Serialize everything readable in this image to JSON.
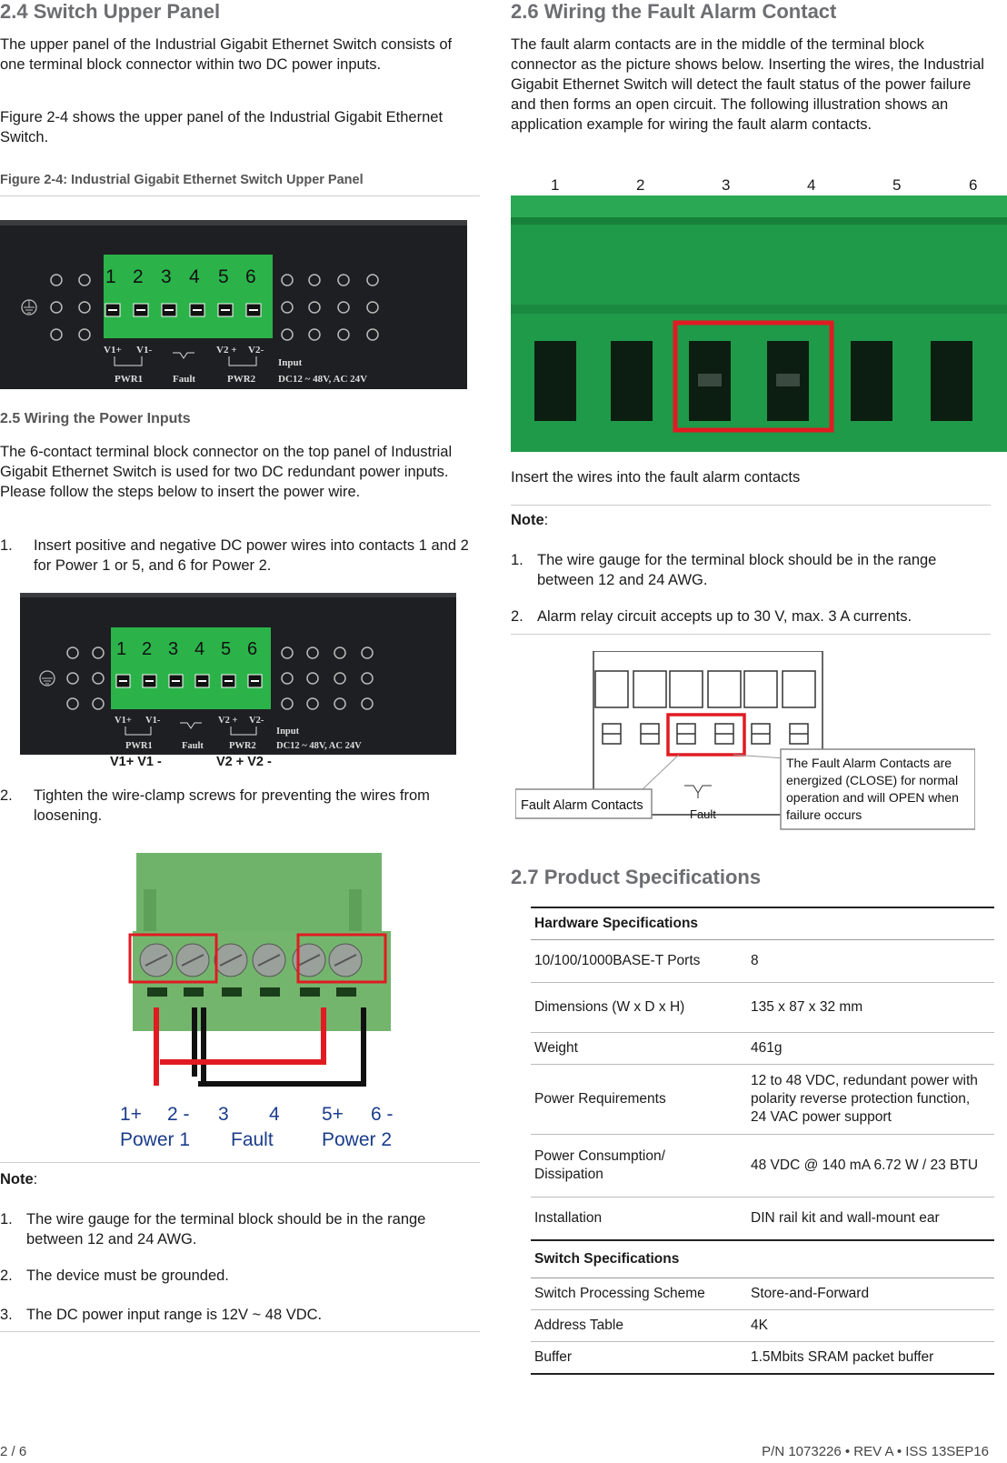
{
  "left": {
    "s24_title": "2.4 Switch Upper Panel",
    "s24_p1": "The upper panel of the Industrial Gigabit Ethernet Switch consists of one terminal block connector within two DC power inputs.",
    "s24_p2": "Figure 2-4 shows the upper panel of the Industrial Gigabit Ethernet Switch.",
    "fig24_caption": "Figure 2-4: Industrial Gigabit Ethernet Switch Upper Panel",
    "panel": {
      "digits": [
        "1",
        "2",
        "3",
        "4",
        "5",
        "6"
      ],
      "v1p": "V1+",
      "v1m": "V1-",
      "v2p": "V2 +",
      "v2m": "V2-",
      "pwr1": "PWR1",
      "fault": "Fault",
      "pwr2": "PWR2",
      "input": "Input",
      "input_range": "DC12 ~ 48V, AC 24V"
    },
    "s25_title": "2.5 Wiring the Power Inputs",
    "s25_p1": "The 6-contact terminal block connector on the top panel of Industrial Gigabit Ethernet Switch is used for two DC redundant power inputs. Please follow the steps below to insert the power wire.",
    "step1_num": "1.",
    "step1": "Insert positive and negative DC power wires into contacts 1 and 2 for Power 1 or 5, and 6 for Power 2.",
    "panel2_label_left": "V1+  V1 -",
    "panel2_label_right": "V2 +  V2 -",
    "step2_num": "2.",
    "step2": "Tighten the wire-clamp screws for preventing the wires from loosening.",
    "connector_labels": {
      "l1": "1+",
      "l2": "2 -",
      "l3": "3",
      "l4": "4",
      "l5": "5+",
      "l6": "6 -",
      "power1": "Power 1",
      "fault": "Fault",
      "power2": "Power 2"
    },
    "note_label": "Note",
    "notes": [
      {
        "num": "1.",
        "text": "The wire gauge for the terminal block should be in the range between 12 and 24 AWG."
      },
      {
        "num": "2.",
        "text": "The device must be grounded."
      },
      {
        "num": "3.",
        "text": "The DC power input range is 12V ~ 48 VDC."
      }
    ]
  },
  "right": {
    "s26_title": "2.6 Wiring the Fault Alarm Contact",
    "s26_p1": "The fault alarm contacts are in the middle of the terminal block connector as the picture shows below. Inserting the wires, the Industrial Gigabit Ethernet Switch will detect the fault status of the power failure and then forms an open circuit. The following illustration shows an application example for wiring the fault alarm contacts.",
    "contact_numbers": [
      "1",
      "2",
      "3",
      "4",
      "5",
      "6"
    ],
    "photo_caption": "Insert the wires into the fault alarm contacts",
    "note_label": "Note",
    "notes": [
      {
        "num": "1.",
        "text": "The wire gauge for the terminal block should be in the range between 12 and 24 AWG."
      },
      {
        "num": "2.",
        "text": "Alarm relay circuit accepts up to 30 V, max. 3 A currents."
      }
    ],
    "diagram": {
      "left_box": "Fault Alarm Contacts",
      "fault": "Fault",
      "callout_l1": "The Fault Alarm Contacts are",
      "callout_l2": "energized (CLOSE) for normal",
      "callout_l3": "operation and will OPEN when",
      "callout_l4": "failure occurs"
    },
    "s27_title": "2.7 Product Specifications",
    "specs": {
      "hw_header": "Hardware Specifications",
      "hw_rows": [
        {
          "k": "10/100/1000BASE-T Ports",
          "v": "8"
        },
        {
          "k": "Dimensions (W x D x H)",
          "v": "135 x 87 x 32 mm"
        },
        {
          "k": "Weight",
          "v": "461g"
        },
        {
          "k": "Power Requirements",
          "v": "12 to 48 VDC, redundant power with polarity reverse protection function, 24 VAC power support"
        },
        {
          "k": "Power Consumption/ Dissipation",
          "v": "48 VDC @ 140 mA 6.72 W / 23 BTU"
        },
        {
          "k": "Installation",
          "v": "DIN rail kit and wall-mount ear"
        }
      ],
      "sw_header": "Switch Specifications",
      "sw_rows": [
        {
          "k": "Switch Processing Scheme",
          "v": "Store-and-Forward"
        },
        {
          "k": "Address Table",
          "v": "4K"
        },
        {
          "k": "Buffer",
          "v": "1.5Mbits SRAM packet buffer"
        }
      ]
    }
  },
  "footer": {
    "page": "2 / 6",
    "part": "P/N 1073226 • REV A • ISS 13SEP16"
  }
}
